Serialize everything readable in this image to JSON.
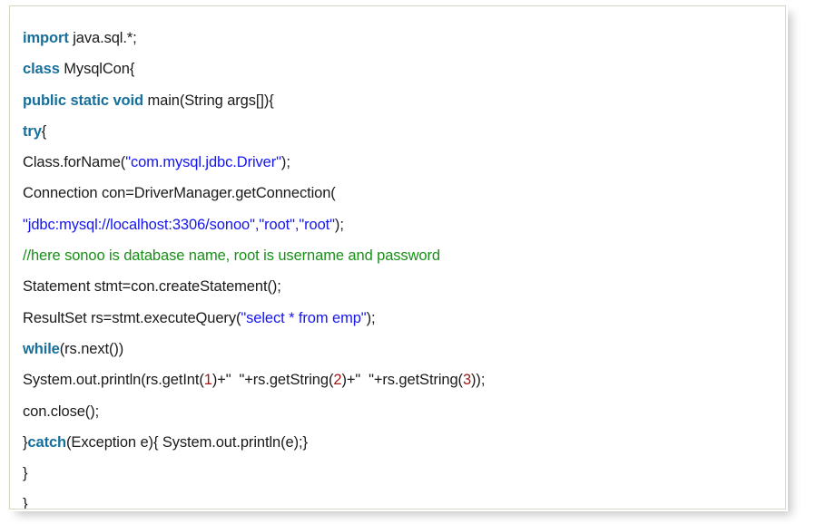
{
  "card": {
    "border_color": "#d8d6c2",
    "background_color": "#ffffff"
  },
  "syntax_colors": {
    "keyword": "#16709b",
    "string": "#1515f0",
    "comment": "#189018",
    "number": "#a01818",
    "plain": "#1a1a1a"
  },
  "code": {
    "language": "java",
    "lines": [
      {
        "id": "line-1",
        "tokens": [
          {
            "t": "import",
            "k": "kw"
          },
          {
            "t": " java.sql.*;",
            "k": "plain"
          }
        ]
      },
      {
        "id": "line-2",
        "tokens": [
          {
            "t": "class",
            "k": "kw"
          },
          {
            "t": " MysqlCon{",
            "k": "plain"
          }
        ]
      },
      {
        "id": "line-3",
        "tokens": [
          {
            "t": "public static void",
            "k": "kw"
          },
          {
            "t": " main(String args[]){",
            "k": "plain"
          }
        ]
      },
      {
        "id": "line-4",
        "tokens": [
          {
            "t": "try",
            "k": "kw"
          },
          {
            "t": "{",
            "k": "plain"
          }
        ]
      },
      {
        "id": "line-5",
        "tokens": [
          {
            "t": "Class.forName(",
            "k": "plain"
          },
          {
            "t": "\"com.mysql.jdbc.Driver\"",
            "k": "str"
          },
          {
            "t": ");",
            "k": "plain"
          }
        ]
      },
      {
        "id": "line-6",
        "tokens": [
          {
            "t": "Connection con=DriverManager.getConnection(",
            "k": "plain"
          }
        ]
      },
      {
        "id": "line-7",
        "tokens": [
          {
            "t": "\"jdbc:mysql://localhost:3306/sonoo\",\"root\",\"root\"",
            "k": "str"
          },
          {
            "t": ");",
            "k": "plain"
          }
        ]
      },
      {
        "id": "line-8",
        "tokens": [
          {
            "t": "//here sonoo is database name, root is username and password",
            "k": "cmt"
          }
        ]
      },
      {
        "id": "line-9",
        "tokens": [
          {
            "t": "Statement stmt=con.createStatement();",
            "k": "plain"
          }
        ]
      },
      {
        "id": "line-10",
        "tokens": [
          {
            "t": "ResultSet rs=stmt.executeQuery(",
            "k": "plain"
          },
          {
            "t": "\"select * from emp\"",
            "k": "str"
          },
          {
            "t": ");",
            "k": "plain"
          }
        ]
      },
      {
        "id": "line-11",
        "tokens": [
          {
            "t": "while",
            "k": "kw"
          },
          {
            "t": "(rs.next())",
            "k": "plain"
          }
        ]
      },
      {
        "id": "line-12",
        "tokens": [
          {
            "t": "System.out.println(rs.getInt(",
            "k": "plain"
          },
          {
            "t": "1",
            "k": "num"
          },
          {
            "t": ")+\"  \"+rs.getString(",
            "k": "plain"
          },
          {
            "t": "2",
            "k": "num"
          },
          {
            "t": ")+\"  \"+rs.getString(",
            "k": "plain"
          },
          {
            "t": "3",
            "k": "num"
          },
          {
            "t": "));",
            "k": "plain"
          }
        ]
      },
      {
        "id": "line-13",
        "tokens": [
          {
            "t": "con.close();",
            "k": "plain"
          }
        ]
      },
      {
        "id": "line-14",
        "tokens": [
          {
            "t": "}",
            "k": "plain"
          },
          {
            "t": "catch",
            "k": "kw"
          },
          {
            "t": "(Exception e){ System.out.println(e);}",
            "k": "plain"
          }
        ]
      },
      {
        "id": "line-15",
        "tokens": [
          {
            "t": "}",
            "k": "plain"
          }
        ]
      },
      {
        "id": "line-16",
        "tokens": [
          {
            "t": "}",
            "k": "plain"
          }
        ]
      }
    ]
  }
}
